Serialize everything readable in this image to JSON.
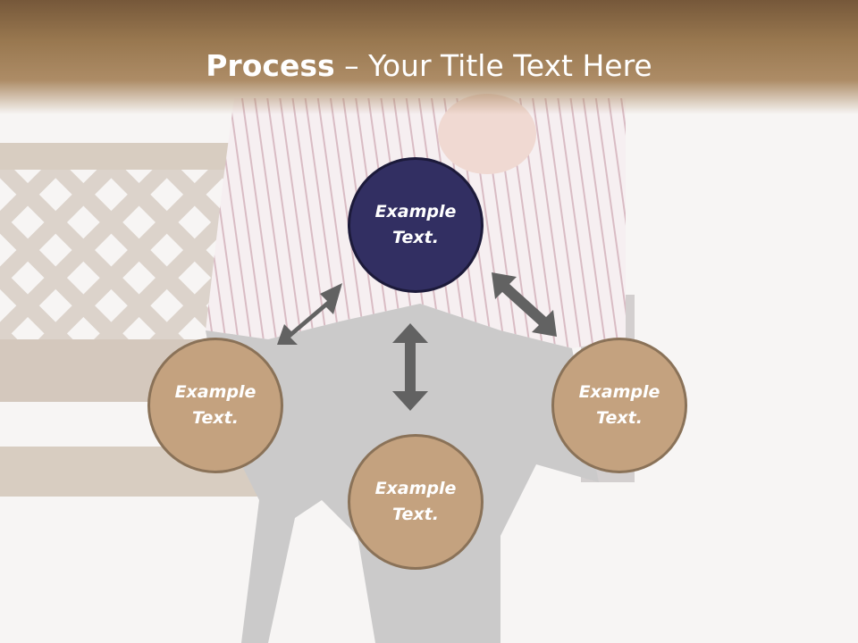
{
  "slide": {
    "title_bold": "Process",
    "title_rest": " – Your Title Text Here"
  },
  "diagram": {
    "nodes": [
      {
        "id": "top",
        "label": "Example Text.",
        "color": "#322f62"
      },
      {
        "id": "left",
        "label": "Example Text.",
        "color": "#c4a27f"
      },
      {
        "id": "bottom",
        "label": "Example Text.",
        "color": "#c4a27f"
      },
      {
        "id": "right",
        "label": "Example Text.",
        "color": "#c4a27f"
      }
    ],
    "arrow_color": "#626262"
  },
  "background": {
    "description_icon": "person-on-bench-photo"
  }
}
